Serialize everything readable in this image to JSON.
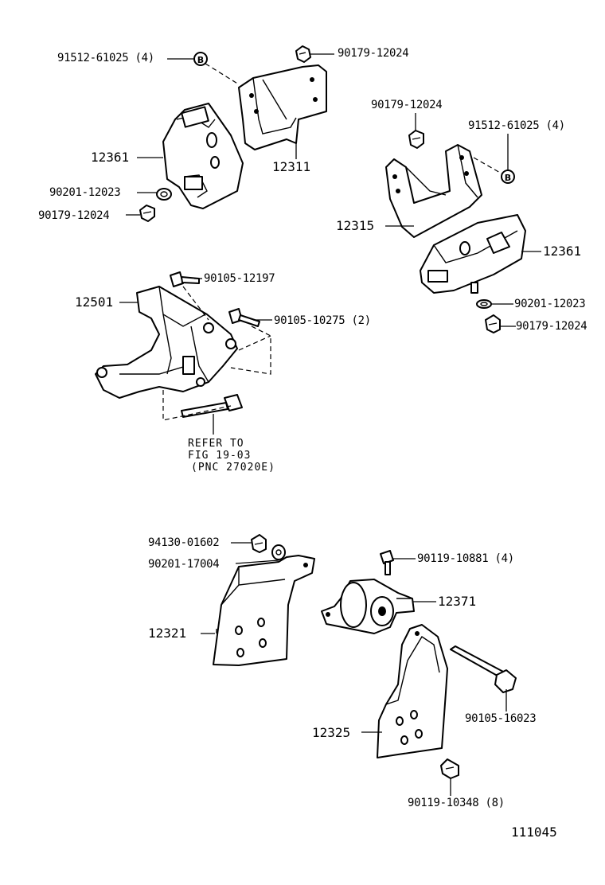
{
  "labels": {
    "p_91512_61025_top": "91512-61025 (4)",
    "p_90179_12024_top": "90179-12024",
    "p_12361_left": "12361",
    "p_12311": "12311",
    "p_90201_12023_left": "90201-12023",
    "p_90179_12024_left": "90179-12024",
    "p_90179_12024_right": "90179-12024",
    "p_91512_61025_right": "91512-61025 (4)",
    "p_12315": "12315",
    "p_12361_right": "12361",
    "p_90201_12023_right": "90201-12023",
    "p_90179_12024_right_bottom": "90179-12024",
    "p_90105_12197": "90105-12197",
    "p_12501": "12501",
    "p_90105_10275": "90105-10275 (2)",
    "refer_line1": "REFER TO",
    "refer_line2": "FIG 19-03",
    "refer_line3": "(PNC 27020E)",
    "p_94130_01602": "94130-01602",
    "p_90201_17004": "90201-17004",
    "p_90119_10881": "90119-10881 (4)",
    "p_12371": "12371",
    "p_12321": "12321",
    "p_90105_16023": "90105-16023",
    "p_12325": "12325",
    "p_90119_10348": "90119-10348 (8)",
    "figure_number": "111045"
  },
  "markers": {
    "washer_b_top": "B",
    "washer_b_right": "B"
  }
}
